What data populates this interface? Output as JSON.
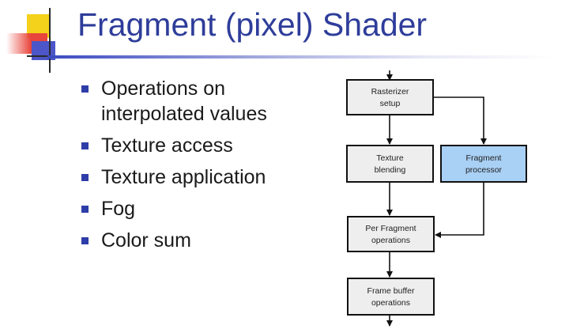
{
  "slide": {
    "title": "Fragment (pixel) Shader",
    "bullets": [
      [
        "Operations on",
        "interpolated values"
      ],
      [
        "Texture access"
      ],
      [
        "Texture application"
      ],
      [
        "Fog"
      ],
      [
        "Color sum"
      ]
    ]
  },
  "diagram": {
    "boxes": [
      {
        "id": "rasterizer",
        "lines": [
          "Rasterizer",
          "setup"
        ],
        "fill": "#eeeeee"
      },
      {
        "id": "texture-blending",
        "lines": [
          "Texture",
          "blending"
        ],
        "fill": "#eeeeee"
      },
      {
        "id": "fragment-processor",
        "lines": [
          "Fragment",
          "processor"
        ],
        "fill": "#a9d0f5"
      },
      {
        "id": "per-fragment",
        "lines": [
          "Per Fragment",
          "operations"
        ],
        "fill": "#eeeeee"
      },
      {
        "id": "frame-buffer",
        "lines": [
          "Frame buffer",
          "operations"
        ],
        "fill": "#eeeeee"
      }
    ],
    "edges": [
      {
        "from": "input",
        "to": "rasterizer"
      },
      {
        "from": "rasterizer",
        "to": "texture-blending"
      },
      {
        "from": "rasterizer",
        "to": "fragment-processor"
      },
      {
        "from": "texture-blending",
        "to": "per-fragment"
      },
      {
        "from": "fragment-processor",
        "to": "per-fragment"
      },
      {
        "from": "per-fragment",
        "to": "frame-buffer"
      },
      {
        "from": "frame-buffer",
        "to": "output"
      }
    ]
  }
}
